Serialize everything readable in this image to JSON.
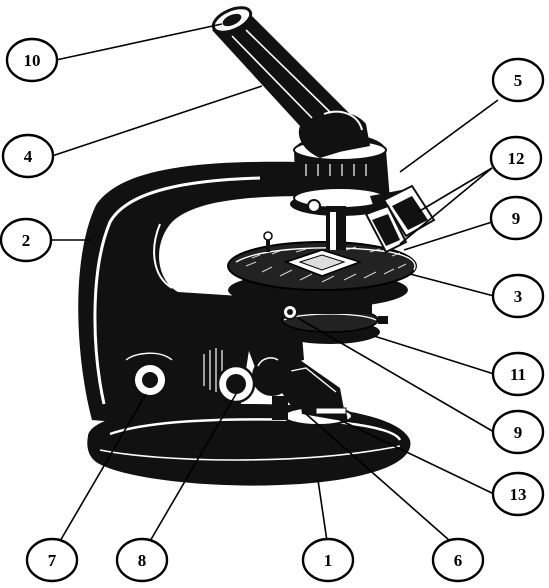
{
  "labels": {
    "l1": "1",
    "l2": "2",
    "l3": "3",
    "l4": "4",
    "l5": "5",
    "l6": "6",
    "l7": "7",
    "l8": "8",
    "l9a": "9",
    "l9b": "9",
    "l10": "10",
    "l11": "11",
    "l12": "12",
    "l13": "13"
  }
}
